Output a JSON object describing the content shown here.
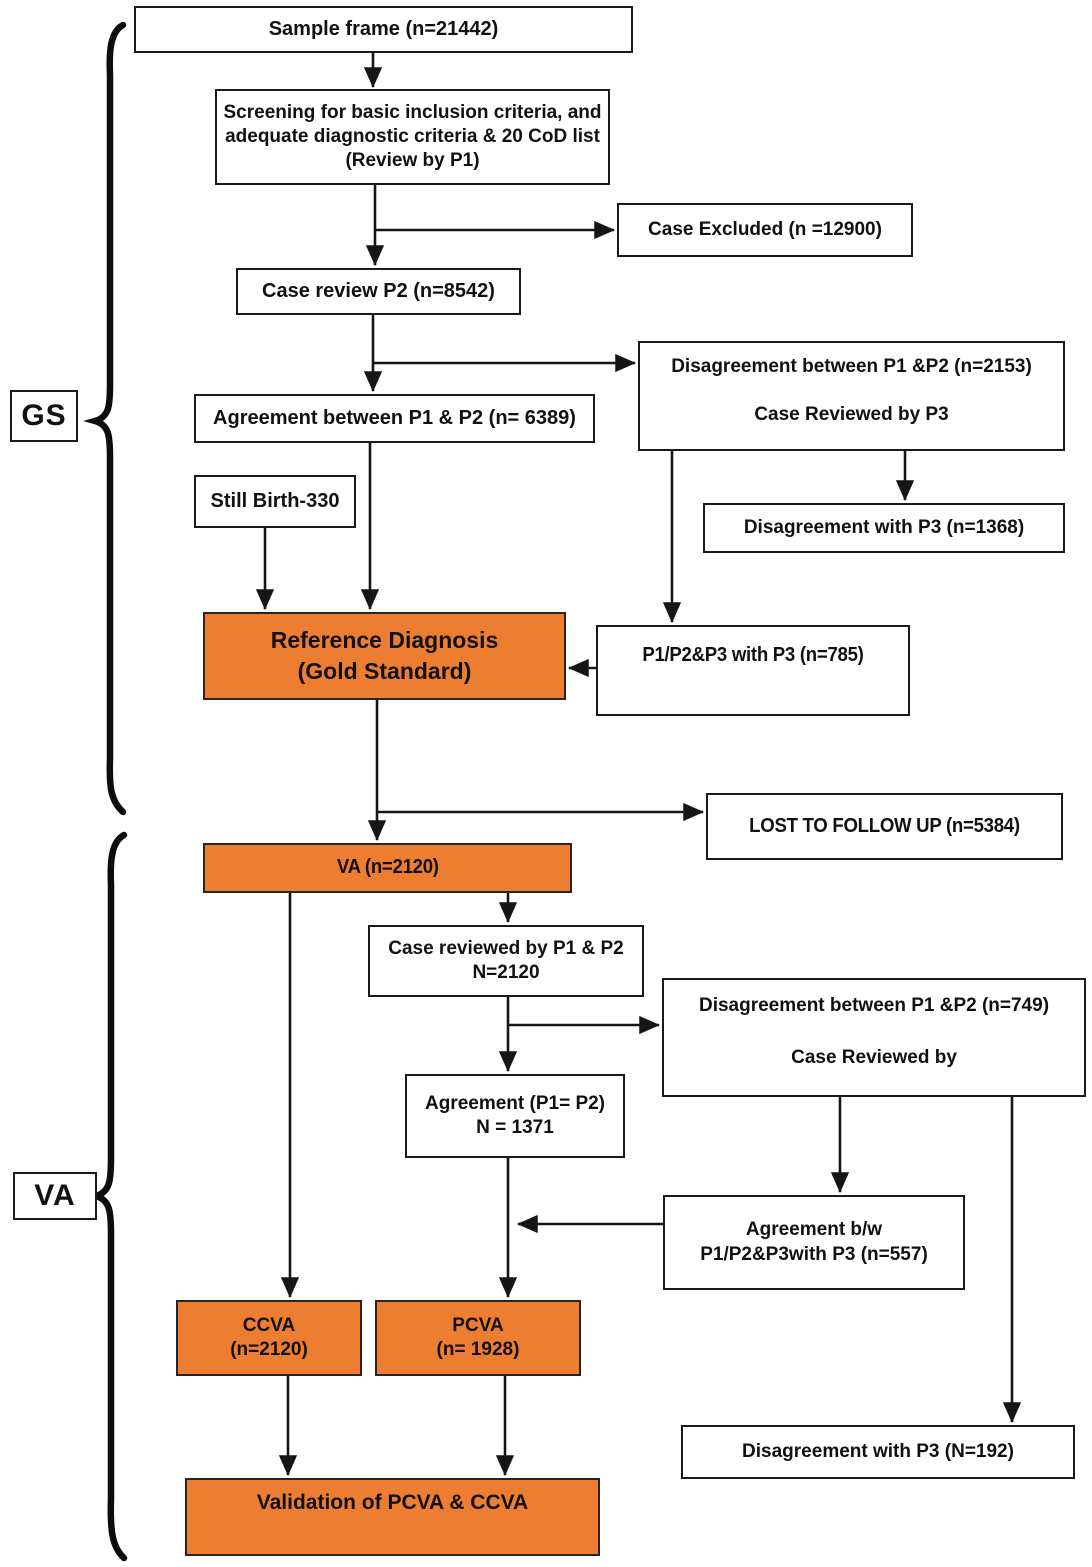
{
  "diagram": {
    "accent_color": "#ED7D31",
    "sections": {
      "gs": "GS",
      "va": "VA"
    },
    "nodes": {
      "sample_frame": {
        "text": "Sample frame (n=21442)"
      },
      "screening": {
        "text": "Screening for basic inclusion criteria, and adequate diagnostic criteria & 20 CoD list (Review by P1)"
      },
      "case_excluded": {
        "text": "Case Excluded (n =12900)"
      },
      "case_review_p2": {
        "text": "Case review P2 (n=8542)"
      },
      "disagreement_gs": {
        "line1": "Disagreement between P1 &P2 (n=2153)",
        "line2": "Case Reviewed by P3"
      },
      "agreement_gs": {
        "text": "Agreement between P1 & P2 (n= 6389)"
      },
      "still_birth": {
        "text": "Still Birth-330"
      },
      "disagreement_p3_gs": {
        "text": "Disagreement with P3 (n=1368)"
      },
      "reference_diagnosis": {
        "line1": "Reference Diagnosis",
        "line2": "(Gold Standard)"
      },
      "p785": {
        "text": "P1/P2&P3 with P3 (n=785)"
      },
      "lost_followup": {
        "text": "LOST TO FOLLOW UP (n=5384)"
      },
      "va": {
        "text": "VA (n=2120)"
      },
      "case_reviewed_va": {
        "line1": "Case reviewed by P1 & P2",
        "line2": "N=2120"
      },
      "disagreement_va": {
        "line1": "Disagreement between P1 &P2 (n=749)",
        "line2": "Case Reviewed by"
      },
      "agreement_1371": {
        "line1": "Agreement (P1= P2)",
        "line2": "N = 1371"
      },
      "agreement_557": {
        "line1": "Agreement b/w",
        "line2": "P1/P2&P3with P3 (n=557)"
      },
      "ccva": {
        "line1": "CCVA",
        "line2": "(n=2120)"
      },
      "pcva": {
        "line1": "PCVA",
        "line2": "(n= 1928)"
      },
      "disagreement_p3_va": {
        "text": "Disagreement with P3 (N=192)"
      },
      "validation": {
        "text": "Validation of PCVA & CCVA"
      }
    }
  }
}
